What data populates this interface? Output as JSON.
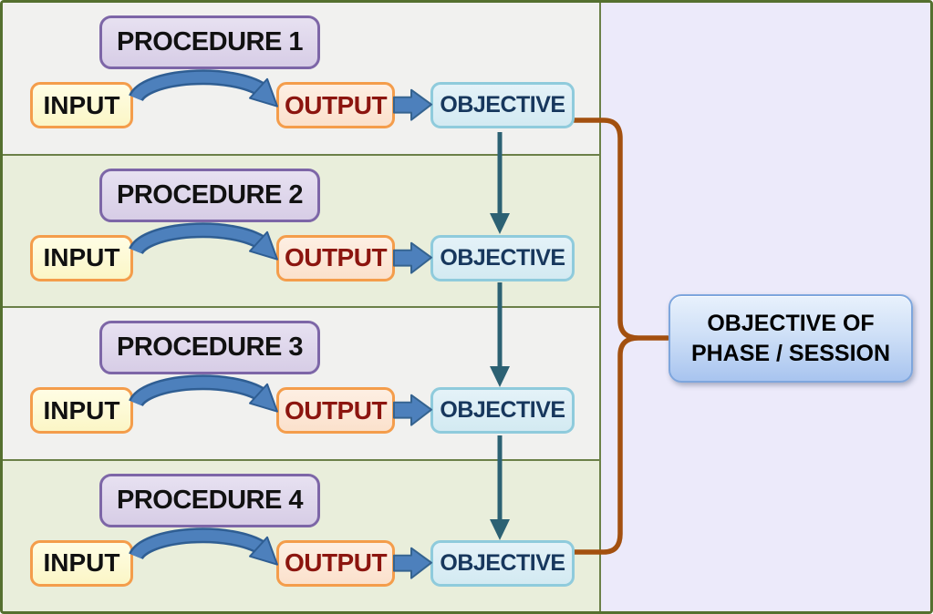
{
  "rows": [
    {
      "procedure": "PROCEDURE 1",
      "input": "INPUT",
      "output": "OUTPUT",
      "objective": "OBJECTIVE"
    },
    {
      "procedure": "PROCEDURE 2",
      "input": "INPUT",
      "output": "OUTPUT",
      "objective": "OBJECTIVE"
    },
    {
      "procedure": "PROCEDURE 3",
      "input": "INPUT",
      "output": "OUTPUT",
      "objective": "OBJECTIVE"
    },
    {
      "procedure": "PROCEDURE 4",
      "input": "INPUT",
      "output": "OUTPUT",
      "objective": "OBJECTIVE"
    }
  ],
  "summary": {
    "line1": "OBJECTIVE OF",
    "line2": "PHASE / SESSION"
  },
  "colors": {
    "flow_arrow_blue": "#4f81bd",
    "flow_arrow_edge": "#2f5e93",
    "connector_teal": "#2c6173",
    "brace_brown": "#a3500f",
    "outer_border_olive": "#55702f",
    "row_divider_olive": "#6b8048",
    "row_alt_gray": "#f1f1ef",
    "row_alt_green": "#e9eedb",
    "right_panel_lavender": "#eceafa",
    "input_output_border_orange": "#f49d4b",
    "procedure_border_purple": "#7d66a7",
    "procedure_fill_lavender": "#ddd4e9",
    "objective_border_blue": "#8fcbdc",
    "objective_fill_blue": "#daedf4",
    "output_text_darkred": "#8c150f",
    "objective_text_navy": "#17375d",
    "summary_fill_blue": "#cfe0f7",
    "summary_border_blue": "#7ea6dd"
  }
}
